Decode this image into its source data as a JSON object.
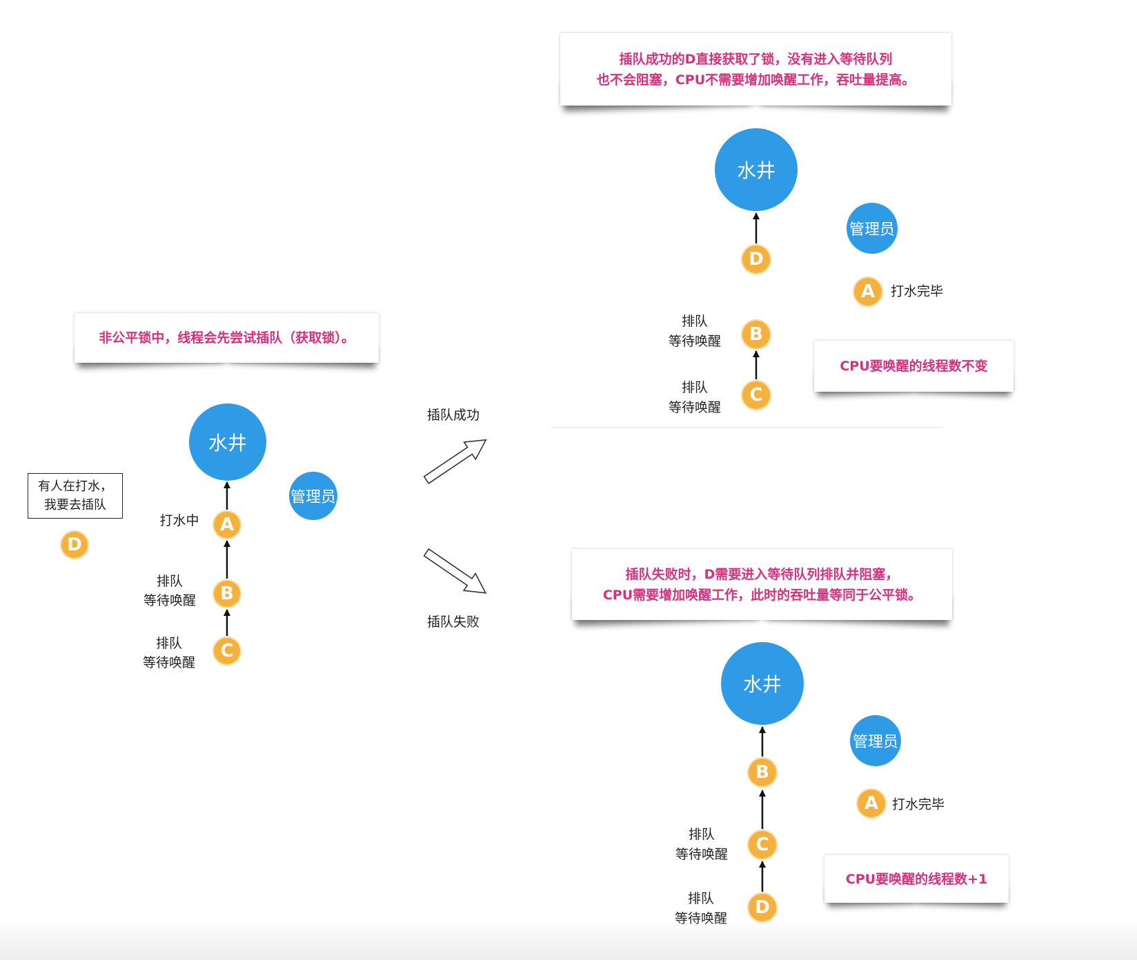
{
  "colors": {
    "well": "#2f9be6",
    "thread": "#f5b13d",
    "highlight_text": "#d6317c",
    "arrow": "#111111"
  },
  "left": {
    "note": "非公平锁中，线程会先尝试插队（获取锁）。",
    "well": "水井",
    "manager": "管理员",
    "bubble": [
      "有人在打水，",
      "我要去插队"
    ],
    "intruder": "D",
    "threads": [
      {
        "letter": "A",
        "label": [
          "打水中"
        ]
      },
      {
        "letter": "B",
        "label": [
          "排队",
          "等待唤醒"
        ]
      },
      {
        "letter": "C",
        "label": [
          "排队",
          "等待唤醒"
        ]
      }
    ]
  },
  "branches": {
    "success_label": "插队成功",
    "failure_label": "插队失败"
  },
  "success": {
    "note": [
      "插队成功的D直接获取了锁，没有进入等待队列",
      "也不会阻塞，CPU不需要增加唤醒工作，吞吐量提高。"
    ],
    "well": "水井",
    "manager": "管理员",
    "finished": {
      "letter": "A",
      "label": "打水完毕"
    },
    "threads": [
      {
        "letter": "D"
      },
      {
        "letter": "B",
        "label": [
          "排队",
          "等待唤醒"
        ]
      },
      {
        "letter": "C",
        "label": [
          "排队",
          "等待唤醒"
        ]
      }
    ],
    "cpu_note": "CPU要唤醒的线程数不变"
  },
  "failure": {
    "note": [
      "插队失败时，D需要进入等待队列排队并阻塞，",
      "CPU需要增加唤醒工作，此时的吞吐量等同于公平锁。"
    ],
    "well": "水井",
    "manager": "管理员",
    "finished": {
      "letter": "A",
      "label": "打水完毕"
    },
    "threads": [
      {
        "letter": "B"
      },
      {
        "letter": "C",
        "label": [
          "排队",
          "等待唤醒"
        ]
      },
      {
        "letter": "D",
        "label": [
          "排队",
          "等待唤醒"
        ]
      }
    ],
    "cpu_note": "CPU要唤醒的线程数+1"
  }
}
